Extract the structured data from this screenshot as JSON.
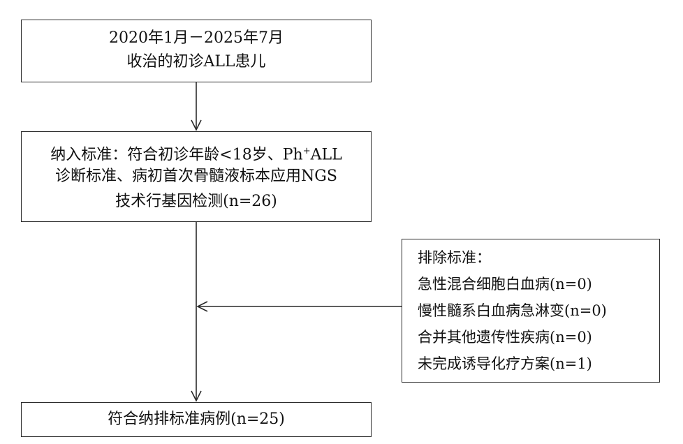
{
  "box1": {
    "line1": "2020年1月－2025年7月",
    "line2": "收治的初诊ALL患儿"
  },
  "box2": {
    "line1_pre": "纳入标准：符合初诊年龄<18岁、Ph",
    "line1_sup": "+",
    "line1_post": "ALL",
    "line2": "诊断标准、病初首次骨髓液标本应用NGS",
    "line3": "技术行基因检测(n=26)"
  },
  "box3": {
    "title": "排除标准：",
    "items": [
      "急性混合细胞白血病(n=0)",
      "慢性髓系白血病急淋变(n=0)",
      "合并其他遗传性疾病(n=0)",
      "未完成诱导化疗方案(n=1)"
    ]
  },
  "box4": {
    "text": "符合纳排标准病例(n=25)"
  },
  "style": {
    "line_color": "#2a2a2a",
    "text_color": "#111111"
  }
}
